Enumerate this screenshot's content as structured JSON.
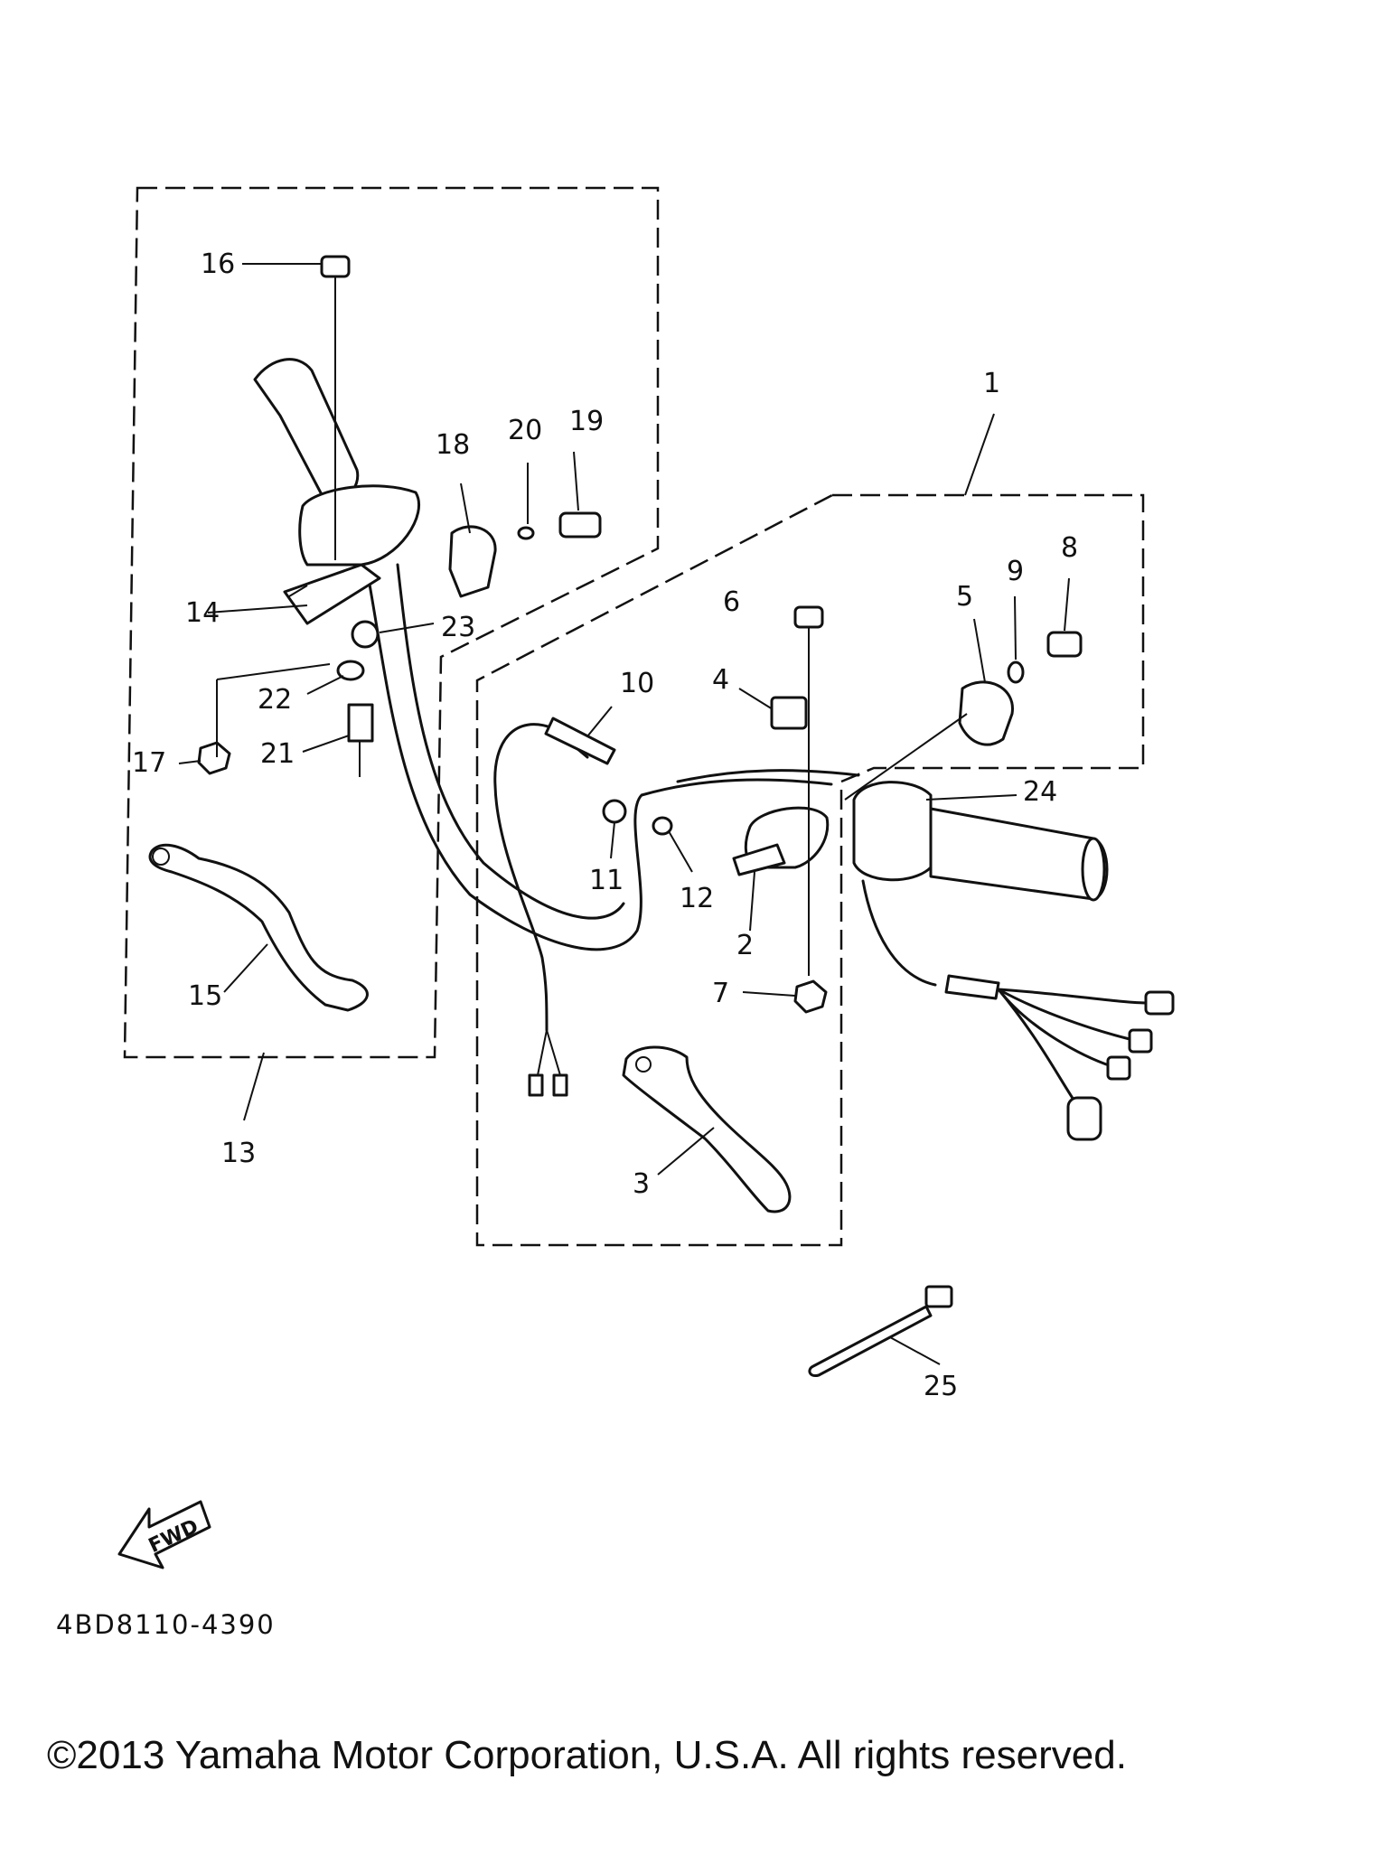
{
  "callouts": {
    "c1": "1",
    "c2": "2",
    "c3": "3",
    "c4": "4",
    "c5": "5",
    "c6": "6",
    "c7": "7",
    "c8": "8",
    "c9": "9",
    "c10": "10",
    "c11": "11",
    "c12": "12",
    "c13": "13",
    "c14": "14",
    "c15": "15",
    "c16": "16",
    "c17": "17",
    "c18": "18",
    "c19": "19",
    "c20": "20",
    "c21": "21",
    "c22": "22",
    "c23": "23",
    "c24": "24",
    "c25": "25"
  },
  "fwd_label": "FWD",
  "drawing_code": "4BD8110-4390",
  "copyright": "©2013 Yamaha Motor Corporation, U.S.A. All rights reserved."
}
